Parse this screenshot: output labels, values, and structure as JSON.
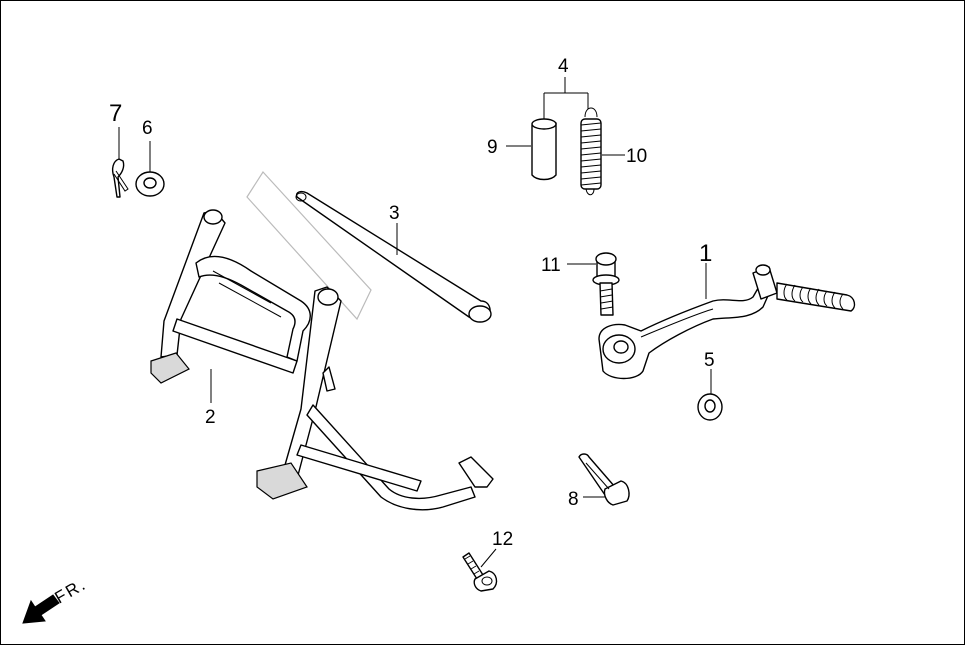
{
  "callouts": [
    {
      "id": "1",
      "text": "1"
    },
    {
      "id": "2",
      "text": "2"
    },
    {
      "id": "3",
      "text": "3"
    },
    {
      "id": "4",
      "text": "4"
    },
    {
      "id": "5",
      "text": "5"
    },
    {
      "id": "6",
      "text": "6"
    },
    {
      "id": "7",
      "text": "7"
    },
    {
      "id": "8",
      "text": "8"
    },
    {
      "id": "9",
      "text": "9"
    },
    {
      "id": "10",
      "text": "10"
    },
    {
      "id": "11",
      "text": "11"
    },
    {
      "id": "12",
      "text": "12"
    }
  ],
  "direction_label": "FR."
}
